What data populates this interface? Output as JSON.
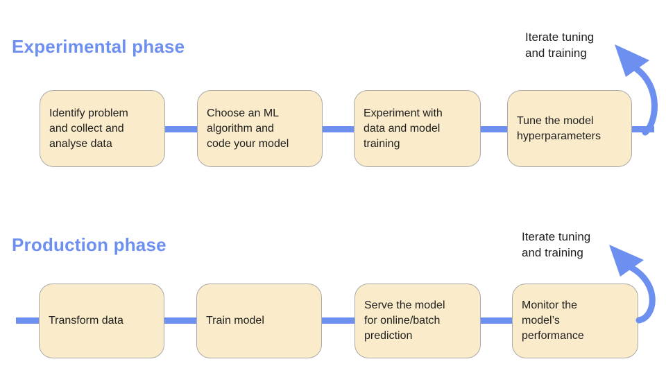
{
  "colors": {
    "accent": "#6d8fef",
    "heading": "#6d8ff0",
    "box_fill": "#faecca",
    "box_border": "#a9a9a9",
    "text": "#1e1e1e",
    "background": "#ffffff"
  },
  "phases": [
    {
      "title": "Experimental phase",
      "iterate_label": "Iterate tuning\nand training",
      "steps": [
        {
          "label": "Identify problem\nand collect and\nanalyse data"
        },
        {
          "label": "Choose an ML\nalgorithm and\ncode your model"
        },
        {
          "label": "Experiment with\ndata and model\ntraining"
        },
        {
          "label": "Tune the model\nhyperparameters"
        }
      ]
    },
    {
      "title": "Production phase",
      "iterate_label": "Iterate tuning\nand training",
      "steps": [
        {
          "label": "Transform data"
        },
        {
          "label": "Train model"
        },
        {
          "label": "Serve the model\nfor online/batch\nprediction"
        },
        {
          "label": "Monitor the\nmodel’s\nperformance"
        }
      ]
    }
  ]
}
